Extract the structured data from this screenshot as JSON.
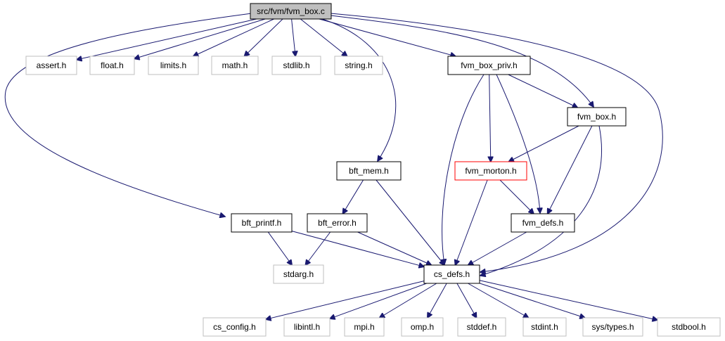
{
  "graph": {
    "nodes": [
      {
        "id": "fvm_box_c",
        "label": "src/fvm/fvm_box.c",
        "style": "root"
      },
      {
        "id": "assert_h",
        "label": "assert.h",
        "style": "ext"
      },
      {
        "id": "float_h",
        "label": "float.h",
        "style": "ext"
      },
      {
        "id": "limits_h",
        "label": "limits.h",
        "style": "ext"
      },
      {
        "id": "math_h",
        "label": "math.h",
        "style": "ext"
      },
      {
        "id": "stdlib_h",
        "label": "stdlib.h",
        "style": "ext"
      },
      {
        "id": "string_h",
        "label": "string.h",
        "style": "ext"
      },
      {
        "id": "fvm_box_priv_h",
        "label": "fvm_box_priv.h",
        "style": "normal"
      },
      {
        "id": "fvm_box_h",
        "label": "fvm_box.h",
        "style": "normal"
      },
      {
        "id": "bft_mem_h",
        "label": "bft_mem.h",
        "style": "normal"
      },
      {
        "id": "fvm_morton_h",
        "label": "fvm_morton.h",
        "style": "red"
      },
      {
        "id": "bft_printf_h",
        "label": "bft_printf.h",
        "style": "normal"
      },
      {
        "id": "bft_error_h",
        "label": "bft_error.h",
        "style": "normal"
      },
      {
        "id": "fvm_defs_h",
        "label": "fvm_defs.h",
        "style": "normal"
      },
      {
        "id": "stdarg_h",
        "label": "stdarg.h",
        "style": "ext"
      },
      {
        "id": "cs_defs_h",
        "label": "cs_defs.h",
        "style": "normal"
      },
      {
        "id": "cs_config_h",
        "label": "cs_config.h",
        "style": "ext"
      },
      {
        "id": "libintl_h",
        "label": "libintl.h",
        "style": "ext"
      },
      {
        "id": "mpi_h",
        "label": "mpi.h",
        "style": "ext"
      },
      {
        "id": "omp_h",
        "label": "omp.h",
        "style": "ext"
      },
      {
        "id": "stddef_h",
        "label": "stddef.h",
        "style": "ext"
      },
      {
        "id": "stdint_h",
        "label": "stdint.h",
        "style": "ext"
      },
      {
        "id": "sys_types_h",
        "label": "sys/types.h",
        "style": "ext"
      },
      {
        "id": "stdbool_h",
        "label": "stdbool.h",
        "style": "ext"
      }
    ],
    "edges": [
      {
        "from": "fvm_box_c",
        "to": "assert_h"
      },
      {
        "from": "fvm_box_c",
        "to": "float_h"
      },
      {
        "from": "fvm_box_c",
        "to": "limits_h"
      },
      {
        "from": "fvm_box_c",
        "to": "math_h"
      },
      {
        "from": "fvm_box_c",
        "to": "stdlib_h"
      },
      {
        "from": "fvm_box_c",
        "to": "string_h"
      },
      {
        "from": "fvm_box_c",
        "to": "fvm_box_priv_h"
      },
      {
        "from": "fvm_box_c",
        "to": "fvm_box_h"
      },
      {
        "from": "fvm_box_c",
        "to": "bft_mem_h"
      },
      {
        "from": "fvm_box_c",
        "to": "bft_printf_h"
      },
      {
        "from": "fvm_box_c",
        "to": "cs_defs_h"
      },
      {
        "from": "fvm_box_priv_h",
        "to": "fvm_box_h"
      },
      {
        "from": "fvm_box_priv_h",
        "to": "fvm_morton_h"
      },
      {
        "from": "fvm_box_priv_h",
        "to": "fvm_defs_h"
      },
      {
        "from": "fvm_box_priv_h",
        "to": "cs_defs_h"
      },
      {
        "from": "fvm_box_h",
        "to": "fvm_morton_h"
      },
      {
        "from": "fvm_box_h",
        "to": "fvm_defs_h"
      },
      {
        "from": "fvm_box_h",
        "to": "cs_defs_h"
      },
      {
        "from": "bft_mem_h",
        "to": "bft_error_h"
      },
      {
        "from": "bft_mem_h",
        "to": "cs_defs_h"
      },
      {
        "from": "fvm_morton_h",
        "to": "fvm_defs_h"
      },
      {
        "from": "fvm_morton_h",
        "to": "cs_defs_h"
      },
      {
        "from": "bft_printf_h",
        "to": "stdarg_h"
      },
      {
        "from": "bft_printf_h",
        "to": "cs_defs_h"
      },
      {
        "from": "bft_error_h",
        "to": "stdarg_h"
      },
      {
        "from": "bft_error_h",
        "to": "cs_defs_h"
      },
      {
        "from": "fvm_defs_h",
        "to": "cs_defs_h"
      },
      {
        "from": "cs_defs_h",
        "to": "cs_config_h"
      },
      {
        "from": "cs_defs_h",
        "to": "libintl_h"
      },
      {
        "from": "cs_defs_h",
        "to": "mpi_h"
      },
      {
        "from": "cs_defs_h",
        "to": "omp_h"
      },
      {
        "from": "cs_defs_h",
        "to": "stddef_h"
      },
      {
        "from": "cs_defs_h",
        "to": "stdint_h"
      },
      {
        "from": "cs_defs_h",
        "to": "sys_types_h"
      },
      {
        "from": "cs_defs_h",
        "to": "stdbool_h"
      }
    ]
  }
}
